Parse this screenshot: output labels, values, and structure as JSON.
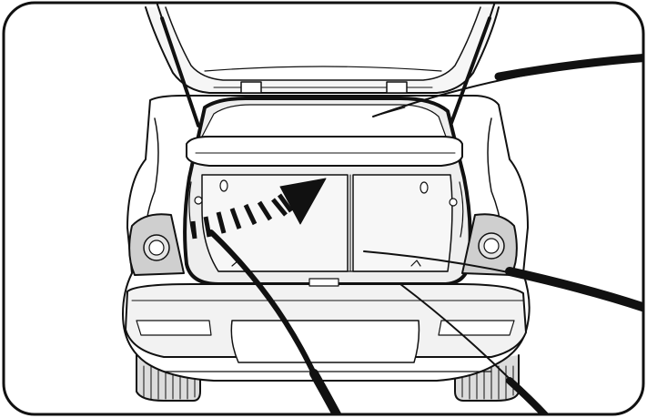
{
  "figure": {
    "subject": "car-rear-with-open-tailgate",
    "callout_count": 4,
    "arrow": "curved-motion-arrow"
  },
  "colors": {
    "ink": "#111111",
    "paper": "#ffffff",
    "panel_shade": "#f2f2f2",
    "lamp_shade": "#cfcfcf",
    "opening_shade": "#e8e8e8"
  }
}
